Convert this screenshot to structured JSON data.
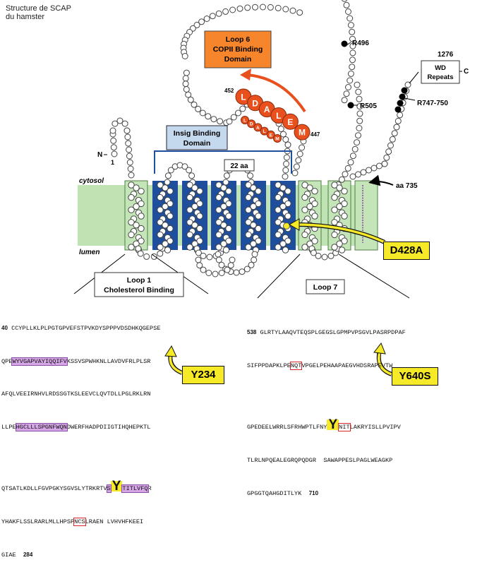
{
  "title": {
    "line1": "Structure de SCAP",
    "line2": "du hamster"
  },
  "loop6": {
    "line1": "Loop 6",
    "line2": "COPII Binding",
    "line3": "Domain"
  },
  "insig": {
    "line1": "Insig Binding",
    "line2": "Domain"
  },
  "wd": {
    "line1": "WD",
    "line2": "Repeats"
  },
  "labels": {
    "n_term": "N",
    "n_num": "1",
    "c_term": "C",
    "c_num": "1276",
    "r496": "R496",
    "r505": "R505",
    "r747": "R747-750",
    "aa22": "22 aa",
    "aa735": "aa 735",
    "cytosol": "cytosol",
    "lumen": "lumen",
    "res452": "452",
    "res447": "447",
    "loop1_line1": "Loop 1",
    "loop1_line2": "Cholesterol Binding",
    "loop7": "Loop 7"
  },
  "loop6_residues_big": [
    "L",
    "D",
    "A",
    "L",
    "E",
    "M"
  ],
  "loop6_residues_small": [
    "L",
    "D",
    "A",
    "L",
    "E",
    "M"
  ],
  "mutations": {
    "d428a": "D428A",
    "y234": "Y234",
    "y640s": "Y640S"
  },
  "seq1": {
    "start": "40",
    "l1": "CCYPLLKLPLPGTGPVEFSTPVKDYSPPPVDSDHKQGEPSE",
    "l2a": "QPE",
    "l2b": "WYVGAPVAYIQQIFV",
    "l2c": "KSSVSPWHKNLLAVDVFRLPLSR",
    "l3": "AFQLVEEIRNHVLRDSSGTKSLEEVCLQVTDLLPGLRKLRN",
    "l4a": "LLPE",
    "l4b": "HGCLLLSPGNFWQN",
    "l4c": "DWERFHADPDIIGTIHQHEPKTL",
    "l5a": "QTSATLKDLLFGVPGKYSGVSLYTRKRTV",
    "l5b": "S",
    "l5y": "Y",
    "l5c": "TITLVFQ",
    "l5d": "R",
    "l6a": "YHAKFLSSLRARLMLLHPSP",
    "l6b": "NCS",
    "l6c": "LRAEN ",
    "l6d": "LVHVHFKEEI",
    "l7": "GIAE",
    "end": "284"
  },
  "seq2": {
    "start": "538",
    "l1": "GLRTYLAAQVTEQSPLGEGSLGPMPVPSGVLPASRPDPAF",
    "l2a": "SIFPPDAPKLPE",
    "l2b": "NQT",
    "l2c": "VPGELPEHAAPAEGVHDSRAPEVTW",
    "l3a": "GPEDEELWRRLSFRHWPTLFNY",
    "l3y": "Y",
    "l3b": "NIT",
    "l3c": "LAKRYISLLPVIPV",
    "l4a": "TLRLNPQEALEGRQPQDGR",
    "l4b": "SAWAPPESLPAGLWEAGKP",
    "l5": "GPGGTQAHGDITLYK",
    "end": "710"
  }
}
